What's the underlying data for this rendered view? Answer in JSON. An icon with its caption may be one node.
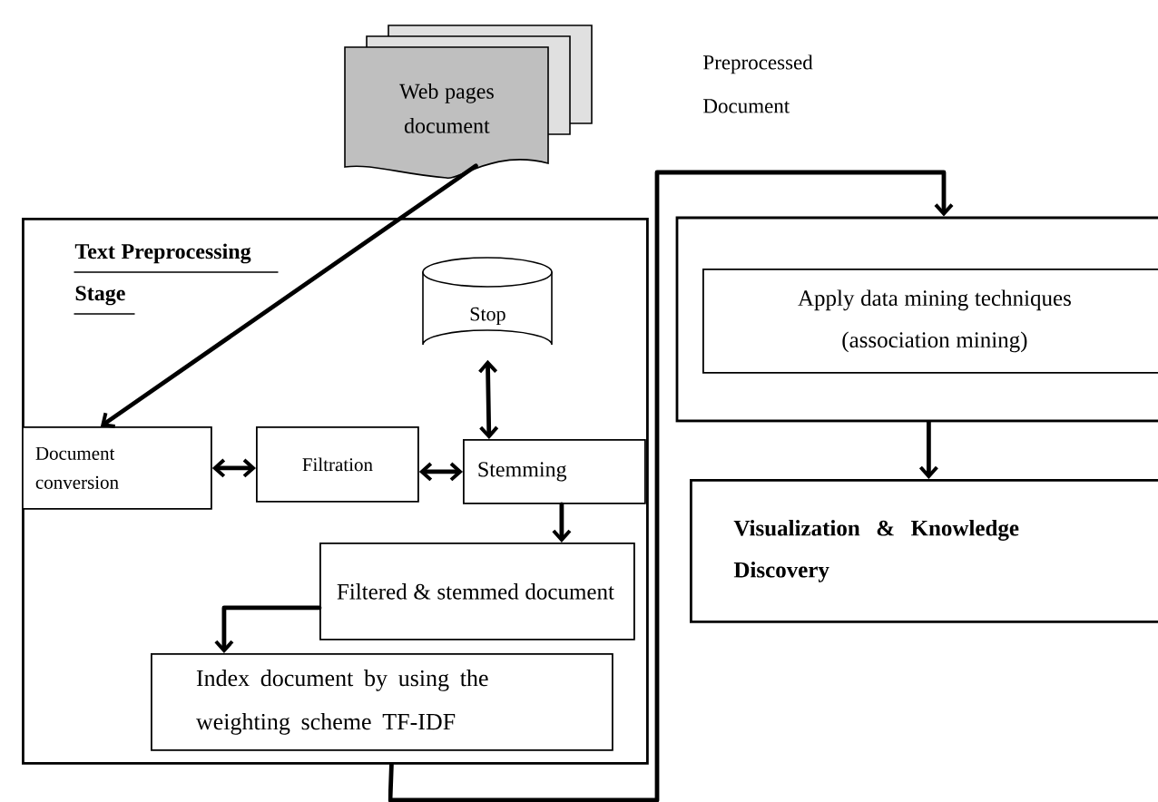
{
  "diagram": {
    "nodes": [
      {
        "text": [
          "Web pages document"
        ]
      },
      {
        "text": [
          "Text Preprocessing Stage"
        ]
      },
      {
        "text": [
          "Stop"
        ],
        "in": 1
      },
      {
        "text": [
          "Document conversion"
        ],
        "in": 1
      },
      {
        "text": [
          "Filtration"
        ],
        "in": 1
      },
      {
        "text": [
          "Stemming"
        ],
        "in": 1
      },
      {
        "text": [
          "Filtered & stemmed document"
        ],
        "in": 1
      },
      {
        "text": [
          "Index document by using the weighting scheme TF-IDF"
        ],
        "in": 1
      },
      {
        "text": [],
        "shape": "box"
      },
      {
        "text": [
          "Apply data mining techniques (association mining)"
        ],
        "in": 8
      },
      {
        "text": [
          "Visualization & Knowledge Discovery"
        ]
      }
    ],
    "edges": [
      {
        "from": 0,
        "to": 3,
        "arrow": "to"
      },
      {
        "from": 2,
        "to": 5,
        "arrow": "both"
      },
      {
        "from": 3,
        "to": 4,
        "arrow": "both"
      },
      {
        "from": 4,
        "to": 5,
        "arrow": "both"
      },
      {
        "from": 5,
        "to": 6,
        "arrow": "to"
      },
      {
        "from": 6,
        "to": 7,
        "arrow": "to"
      },
      {
        "from": 1,
        "to": 8,
        "arrow": "to"
      },
      {
        "from": 8,
        "to": 10,
        "arrow": "to"
      }
    ],
    "labels": [
      "Preprocessed Document"
    ]
  }
}
